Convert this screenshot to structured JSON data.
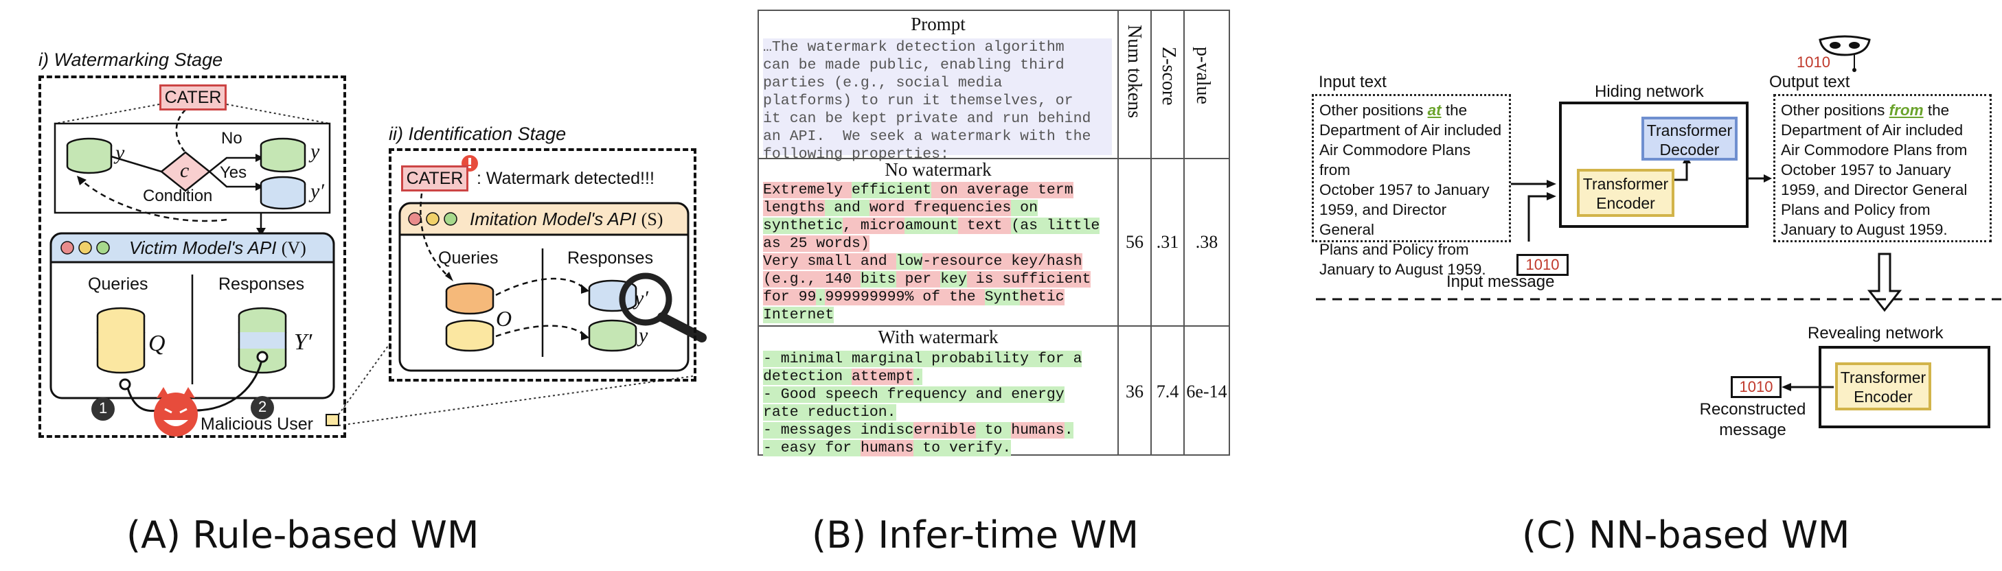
{
  "panel_a": {
    "stage1_title": "i) Watermarking Stage",
    "cater_label": "CATER",
    "y_label": "y",
    "y_prime_label": "y′",
    "c_label": "c",
    "no_label": "No",
    "yes_label": "Yes",
    "condition_label": "Condition",
    "victim_api_label": "Victim Model's API",
    "victim_api_symbol": "(V)",
    "queries_label": "Queries",
    "responses_label": "Responses",
    "q_label": "Q",
    "yprime_big_label": "Y′",
    "step1": "1",
    "step2": "2",
    "malicious_user_label": "Malicious User",
    "stage2_title": "ii) Identification Stage",
    "cater_label_2": "CATER",
    "detected_label": ": Watermark detected!!!",
    "imitation_api_label": "Imitation Model's API",
    "imitation_api_symbol": "(S)",
    "queries_label_2": "Queries",
    "responses_label_2": "Responses",
    "o_label": "O",
    "y_label_2": "y",
    "y_prime_label_2": "y′",
    "caption": "(A) Rule-based WM"
  },
  "panel_b": {
    "prompt_header": "Prompt",
    "prompt_text": "…The watermark detection algorithm\ncan be made public, enabling third\nparties (e.g., social media\nplatforms) to run it themselves, or\nit can be kept private and run behind\nan API.  We seek a watermark with the\nfollowing properties:",
    "col_headers": [
      "Num tokens",
      "Z-score",
      "p-value"
    ],
    "no_wm_header": "No watermark",
    "no_wm_tokens": "56",
    "no_wm_z": ".31",
    "no_wm_p": ".38",
    "no_wm_segments": [
      {
        "t": "Extremely ",
        "c": "r"
      },
      {
        "t": "efficient",
        "c": "g"
      },
      {
        "t": " on average term\n",
        "c": "r"
      },
      {
        "t": "lengths",
        "c": "r"
      },
      {
        "t": " and ",
        "c": "g"
      },
      {
        "t": "word frequencies",
        "c": "r"
      },
      {
        "t": " on\n",
        "c": "g"
      },
      {
        "t": "synthetic",
        "c": "g"
      },
      {
        "t": ", micro",
        "c": "r"
      },
      {
        "t": "amount",
        "c": "g"
      },
      {
        "t": " text ",
        "c": "r"
      },
      {
        "t": "(as little\n",
        "c": "g"
      },
      {
        "t": "as 25 words)\n",
        "c": "r"
      },
      {
        "t": "Very small and ",
        "c": "r"
      },
      {
        "t": "low",
        "c": "g"
      },
      {
        "t": "-resource key/hash\n",
        "c": "r"
      },
      {
        "t": "(e.g., 140 ",
        "c": "r"
      },
      {
        "t": "bits",
        "c": "g"
      },
      {
        "t": " per ",
        "c": "r"
      },
      {
        "t": "key",
        "c": "g"
      },
      {
        "t": " is sufficient\n",
        "c": "r"
      },
      {
        "t": "for 99",
        "c": "r"
      },
      {
        "t": ".",
        "c": "g"
      },
      {
        "t": "999999999% of the ",
        "c": "r"
      },
      {
        "t": "Synt",
        "c": "g"
      },
      {
        "t": "hetic\n",
        "c": "r"
      },
      {
        "t": "Internet",
        "c": "g"
      }
    ],
    "wm_header": "With watermark",
    "wm_tokens": "36",
    "wm_z": "7.4",
    "wm_p": "6e-14",
    "wm_segments": [
      {
        "t": "- minimal marginal probability for a\n",
        "c": "g"
      },
      {
        "t": "detection ",
        "c": "g"
      },
      {
        "t": "attempt",
        "c": "r"
      },
      {
        "t": ".\n",
        "c": "g"
      },
      {
        "t": "- Good speech frequency and energy\n",
        "c": "g"
      },
      {
        "t": "rate reduction.\n",
        "c": "g"
      },
      {
        "t": "- messages indisc",
        "c": "g"
      },
      {
        "t": "ernible",
        "c": "r"
      },
      {
        "t": " to ",
        "c": "g"
      },
      {
        "t": "humans",
        "c": "r"
      },
      {
        "t": ".\n",
        "c": "g"
      },
      {
        "t": "- easy for ",
        "c": "g"
      },
      {
        "t": "humans",
        "c": "r"
      },
      {
        "t": " to ",
        "c": "g"
      },
      {
        "t": "verify.",
        "c": "g"
      }
    ],
    "caption": "(B) Infer-time WM"
  },
  "panel_c": {
    "input_text_label": "Input text",
    "input_text_pre": "Other positions ",
    "input_text_key": "at",
    "input_text_post": " the\nDepartment of Air included\nAir Commodore Plans from\nOctober 1957 to January\n1959, and Director General\nPlans and Policy from\nJanuary to August 1959.",
    "hiding_label": "Hiding network",
    "decoder_label": "Transformer Decoder",
    "encoder_label": "Transformer Encoder",
    "output_text_label": "Output text",
    "output_text_pre": "Other positions ",
    "output_text_key": "from",
    "output_text_post": " the\nDepartment of Air included\nAir Commodore Plans from\nOctober 1957 to January\n1959, and Director General\nPlans and Policy from\nJanuary to August 1959.",
    "bits": "1010",
    "input_message_label": "Input message",
    "revealing_label": "Revealing network",
    "reveal_encoder_label": "Transformer Encoder",
    "reconstructed_label": "Reconstructed\nmessage",
    "caption": "(C) NN-based WM"
  },
  "colors": {
    "green_token": "#c9efc0",
    "red_token": "#f6c3c3",
    "encoder_fill": "#fbf0c6",
    "decoder_fill": "#cfdcf6",
    "victim_header": "#cfe0f3",
    "imitation_header": "#fbe6c7",
    "user_face": "#e74c3c"
  }
}
